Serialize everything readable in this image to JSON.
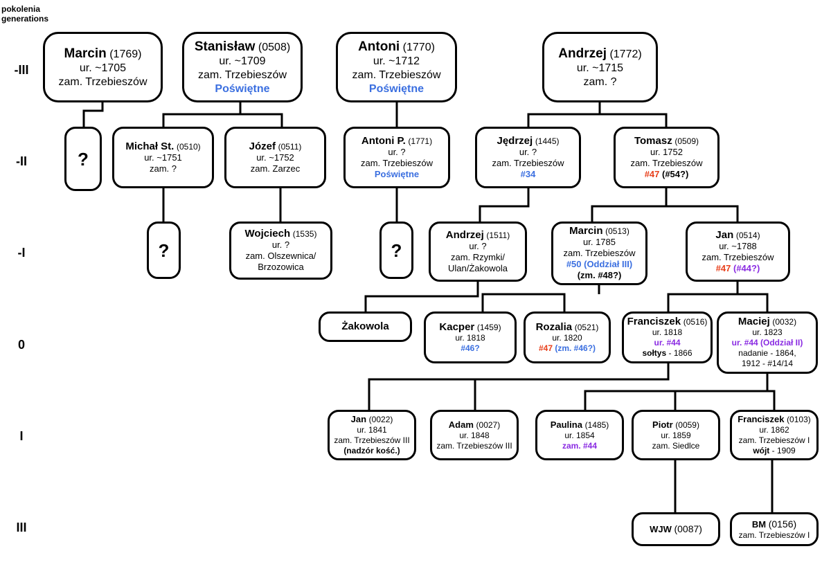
{
  "header": {
    "line1": "pokolenia",
    "line2": "generations"
  },
  "generations": [
    "-III",
    "-II",
    "-I",
    "0",
    "I",
    "III"
  ],
  "colors": {
    "blue": "#3b6fe0",
    "red": "#e8401c",
    "purple": "#8a2be2"
  },
  "people": {
    "marcin1769": {
      "name": "Marcin",
      "id": "(1769)",
      "l1": "ur. ~1705",
      "l2": "zam. Trzebieszów"
    },
    "stanislaw": {
      "name": "Stanisław",
      "id": "(0508)",
      "l1": "ur. ~1709",
      "l2": "zam. Trzebieszów",
      "l3": "Poświętne"
    },
    "antoni": {
      "name": "Antoni",
      "id": "(1770)",
      "l1": "ur. ~1712",
      "l2": "zam. Trzebieszów",
      "l3": "Poświętne"
    },
    "andrzej1772": {
      "name": "Andrzej",
      "id": "(1772)",
      "l1": "ur. ~1715",
      "l2": "zam. ?"
    },
    "unknown": "?",
    "michal": {
      "name": "Michał St.",
      "id": "(0510)",
      "l1": "ur. ~1751",
      "l2": "zam. ?"
    },
    "jozef": {
      "name": "Józef",
      "id": "(0511)",
      "l1": "ur. ~1752",
      "l2": "zam. Zarzec"
    },
    "antonip": {
      "name": "Antoni P.",
      "id": "(1771)",
      "l1": "ur. ?",
      "l2": "zam. Trzebieszów",
      "l3": "Poświętne"
    },
    "jedrzej": {
      "name": "Jędrzej",
      "id": "(1445)",
      "l1": "ur. ?",
      "l2": "zam. Trzebieszów",
      "l3": "#34"
    },
    "tomasz": {
      "name": "Tomasz",
      "id": "(0509)",
      "l1": "ur. 1752",
      "l2": "zam. Trzebieszów",
      "l3a": "#47",
      "l3b": " (#54?)"
    },
    "wojciech": {
      "name": "Wojciech",
      "id": "(1535)",
      "l1": "ur. ?",
      "l2": "zam. Olszewnica/",
      "l3": "Brzozowica"
    },
    "andrzej1511": {
      "name": "Andrzej",
      "id": "(1511)",
      "l1": "ur. ?",
      "l2": "zam. Rzymki/",
      "l3": "Ulan/Żakowola"
    },
    "marcin0513": {
      "name": "Marcin",
      "id": "(0513)",
      "l1": "ur. 1785",
      "l2": "zam. Trzebieszów",
      "l3": "#50 (Oddział III)",
      "l4": "(zm. #48?)"
    },
    "jan0514": {
      "name": "Jan",
      "id": "(0514)",
      "l1": "ur. ~1788",
      "l2": "zam. Trzebieszów",
      "l3a": "#47",
      "l3b": " (#44?)"
    },
    "zakowola": "Żakowola",
    "kacper": {
      "name": "Kacper",
      "id": "(1459)",
      "l1": "ur. 1818",
      "l2": "#46?"
    },
    "rozalia": {
      "name": "Rozalia",
      "id": "(0521)",
      "l1": "ur. 1820",
      "l2a": "#47",
      "l2b": " (zm. #46?)"
    },
    "franciszek0516": {
      "name": "Franciszek",
      "id": "(0516)",
      "l1": "ur. 1818",
      "l2": "ur. #44",
      "l3a": "sołtys",
      "l3b": " - 1866"
    },
    "maciej": {
      "name": "Maciej",
      "id": "(0032)",
      "l1": "ur. 1823",
      "l2": "ur. #44 (Oddział II)",
      "l3": "nadanie - 1864,",
      "l4": "1912 - #14/14"
    },
    "jan0022": {
      "name": "Jan",
      "id": "(0022)",
      "l1": "ur. 1841",
      "l2": "zam. Trzebieszów III",
      "l3": "(nadzór kość.)"
    },
    "adam": {
      "name": "Adam",
      "id": "(0027)",
      "l1": "ur. 1848",
      "l2": "zam. Trzebieszów III"
    },
    "paulina": {
      "name": "Paulina",
      "id": "(1485)",
      "l1": "ur. 1854",
      "l2": "zam. #44"
    },
    "piotr": {
      "name": "Piotr",
      "id": "(0059)",
      "l1": "ur. 1859",
      "l2": "zam. Siedlce"
    },
    "franciszek0103": {
      "name": "Franciszek",
      "id": "(0103)",
      "l1": "ur. 1862",
      "l2": "zam. Trzebieszów I",
      "l3a": "wójt",
      "l3b": " - 1909"
    },
    "wjw": {
      "name": "WJW",
      "id": "(0087)"
    },
    "bm": {
      "name": "BM",
      "id": "(0156)",
      "l1": "zam. Trzebieszów I"
    }
  }
}
